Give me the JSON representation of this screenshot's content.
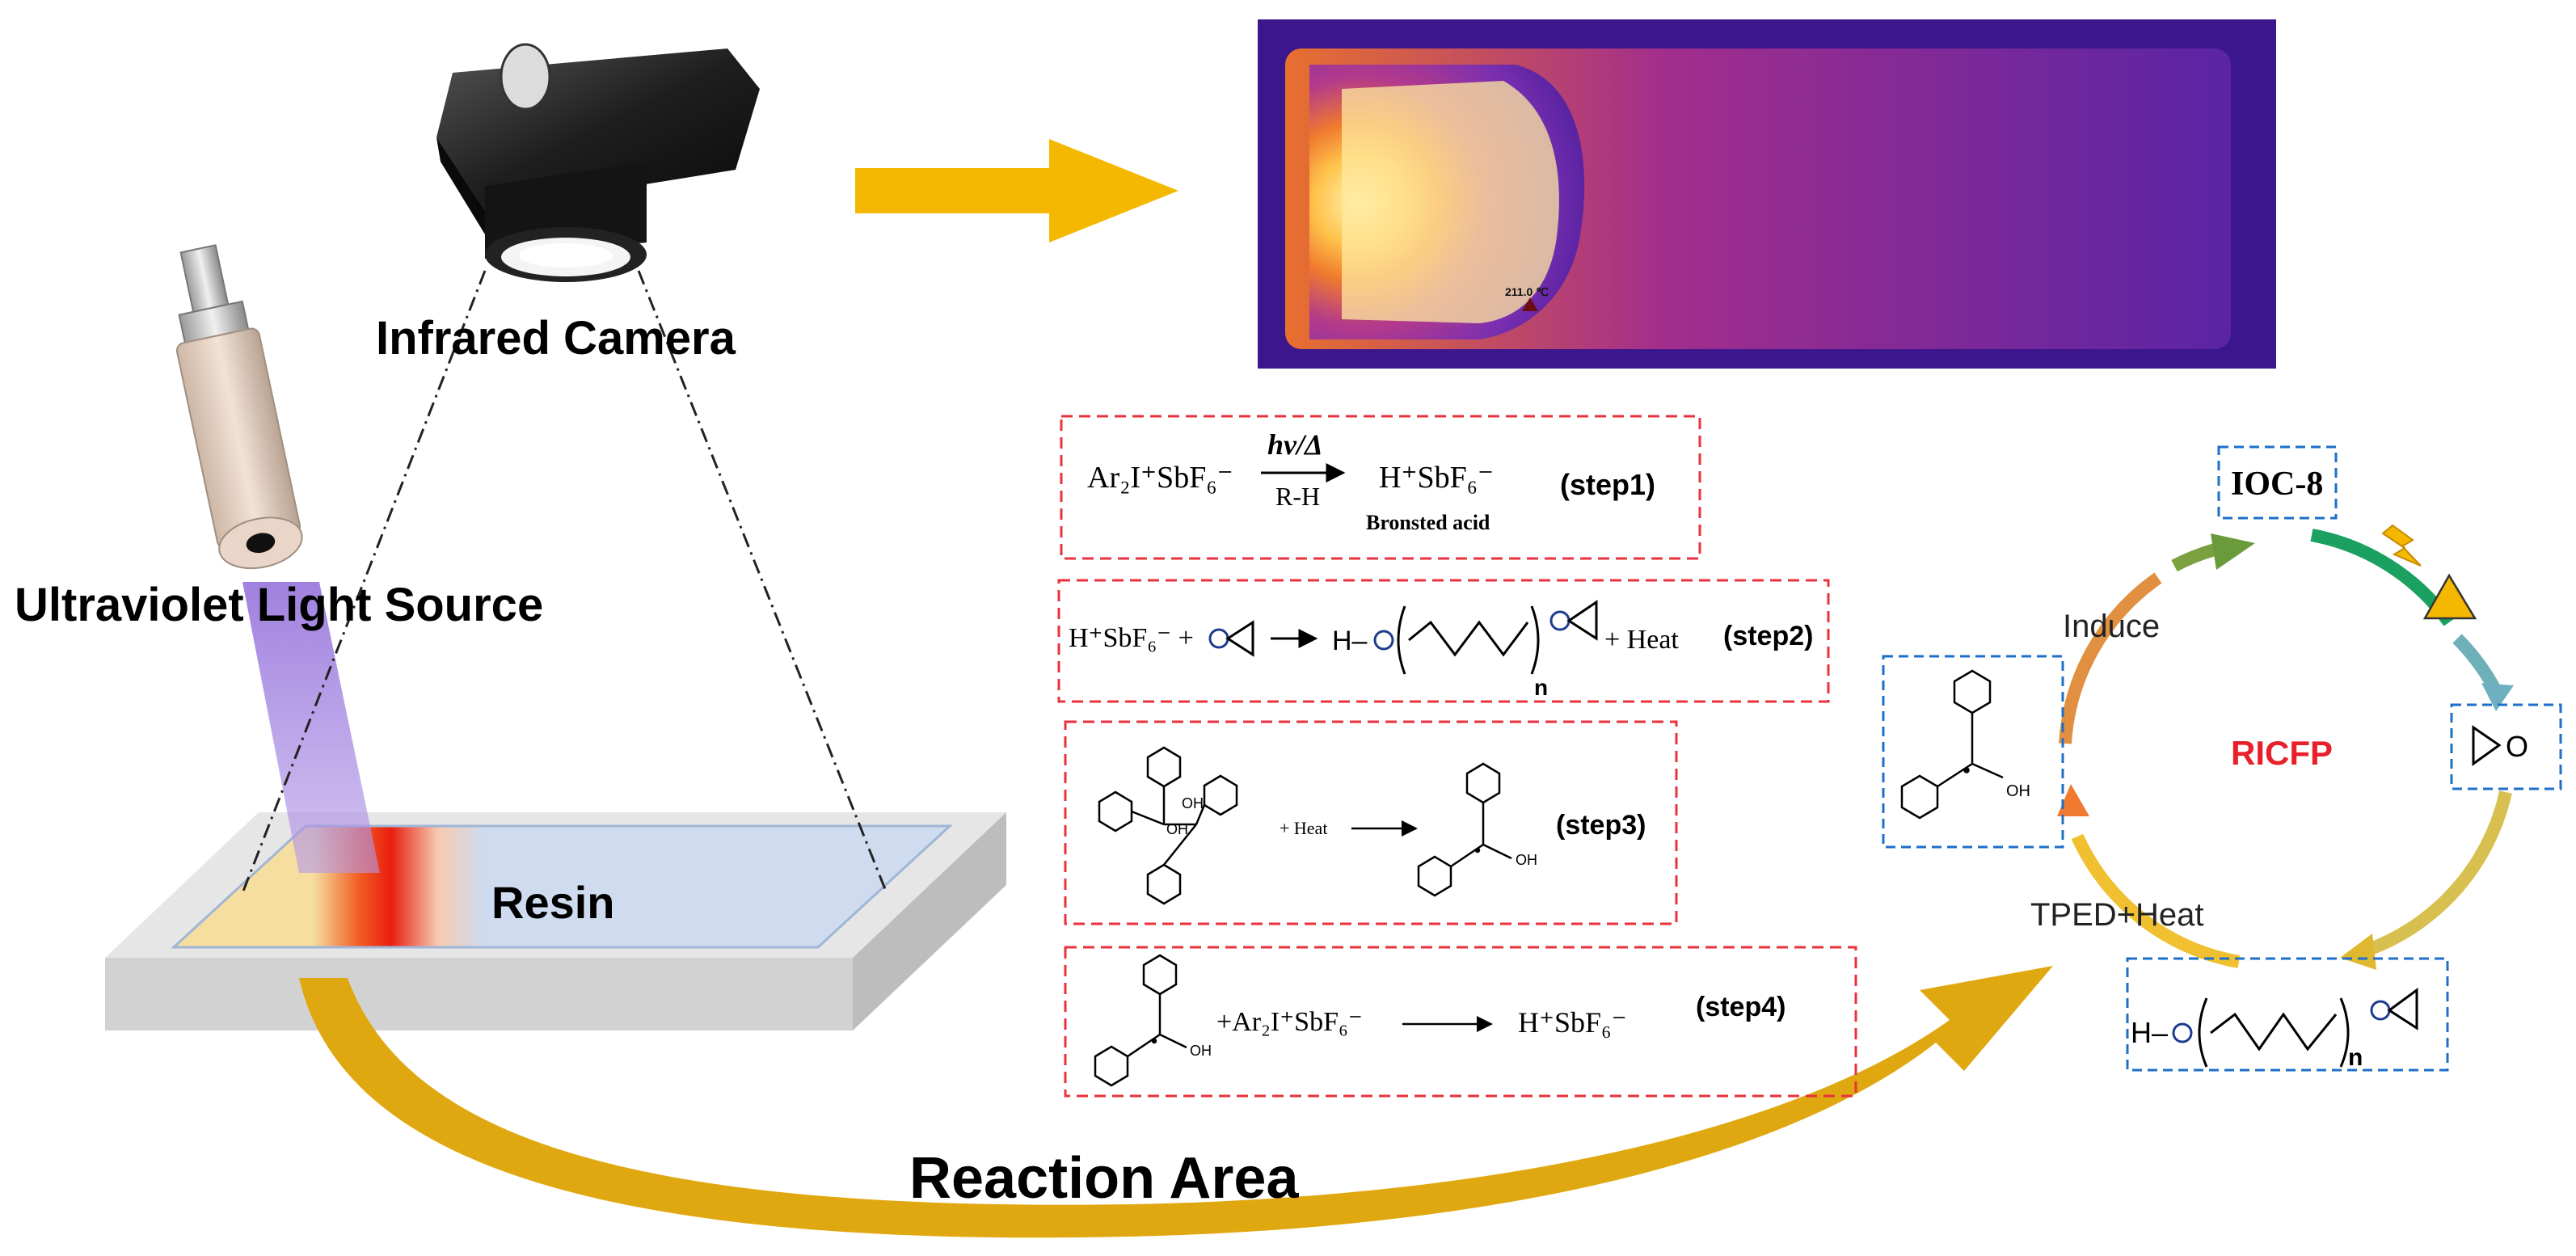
{
  "labels": {
    "infrared_camera": "Infrared Camera",
    "uv_source": "Ultraviolet Light Source",
    "resin": "Resin",
    "reaction_area": "Reaction Area",
    "thermal_marker": "211.0 ℃"
  },
  "reactions": {
    "step1": {
      "tag": "(step1)",
      "reactant": "Ar₂I⁺SbF₆⁻",
      "arrow_top": "hν/Δ",
      "arrow_bottom": "R-H",
      "product": "H⁺SbF₆⁻",
      "product_note": "Bronsted acid"
    },
    "step2": {
      "tag": "(step2)",
      "reactant": "H⁺SbF₆⁻ +",
      "product_prefix": "H–",
      "subscript": "n",
      "suffix": "+ Heat"
    },
    "step3": {
      "tag": "(step3)",
      "reagent": "+ Heat",
      "oh_a": "OH",
      "oh_b": "OH",
      "oh_product": "OH"
    },
    "step4": {
      "tag": "(step4)",
      "reagent": "+Ar₂I⁺SbF₆⁻",
      "product": "H⁺SbF₆⁻",
      "oh": "OH"
    }
  },
  "cycle": {
    "center": "RICFP",
    "top": "IOC-8",
    "induce": "Induce",
    "bottom_label": "TPED+Heat",
    "radical_oh": "OH",
    "epoxide_o": "O",
    "polymer_prefix": "H–",
    "polymer_n": "n"
  },
  "colors": {
    "arrow_gold": "#F5B800",
    "dashed_red": "#E8323C",
    "dashed_blue": "#1E6FC8",
    "ricfp_red": "#E8202A"
  }
}
